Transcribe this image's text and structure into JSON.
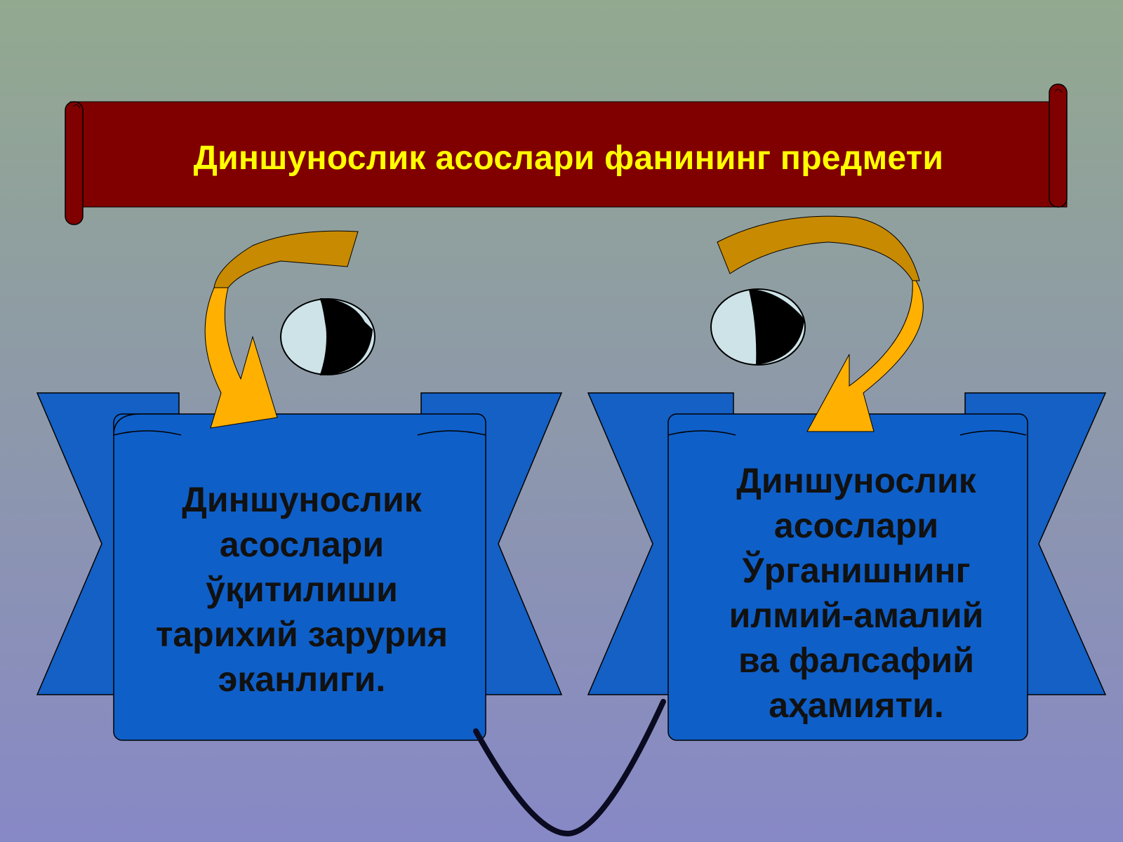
{
  "title": "Диншунослик асослари фанининг предмети",
  "left_panel": {
    "lines": [
      "Диншунослик",
      "асослари",
      "ўқитилиши",
      "тарихий зарурия",
      "эканлиги."
    ]
  },
  "right_panel": {
    "lines": [
      "Диншунослик",
      "асослари",
      "Ўрганишнинг",
      "илмий-амалий",
      "ва фалсафий",
      "аҳамияти."
    ]
  },
  "colors": {
    "background_top": "#93A98F",
    "background_bottom": "#8788C6",
    "banner": "#800000",
    "title_text": "#FFFF00",
    "scroll_blue": "#0F5FC8",
    "arrow": "#FFB000",
    "arrow_back": "#C88A00",
    "eye_white": "#CDE3E8",
    "eye_pupil": "#000000"
  },
  "icons": [
    "eye-icon",
    "curved-arrow-icon",
    "connector-line"
  ]
}
